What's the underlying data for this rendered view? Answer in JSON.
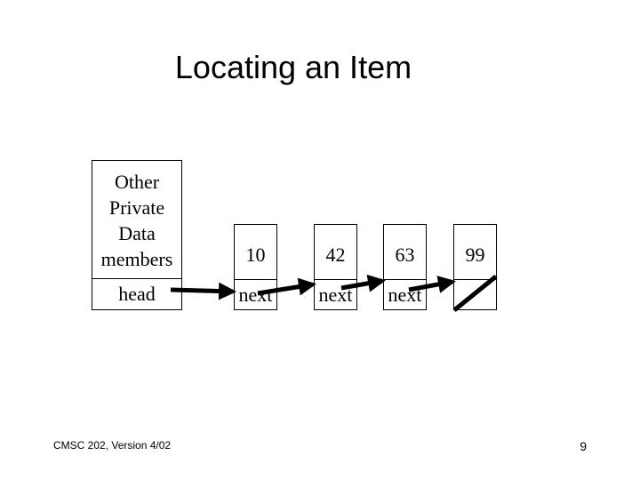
{
  "slide": {
    "title": "Locating an Item",
    "footer_left": "CMSC 202, Version 4/02",
    "page_number": "9"
  },
  "list_object": {
    "members_lines": [
      "Other",
      "Private",
      "Data",
      "members"
    ],
    "head_label": "head"
  },
  "nodes": [
    {
      "value": "10",
      "next_label": "next"
    },
    {
      "value": "42",
      "next_label": "next"
    },
    {
      "value": "63",
      "next_label": "next"
    },
    {
      "value": "99",
      "next_label": ""
    }
  ],
  "colors": {
    "foreground": "#000000",
    "background": "#ffffff"
  },
  "icons": {
    "pointer": "arrow-right-icon",
    "null_pointer": "null-slash-icon"
  }
}
